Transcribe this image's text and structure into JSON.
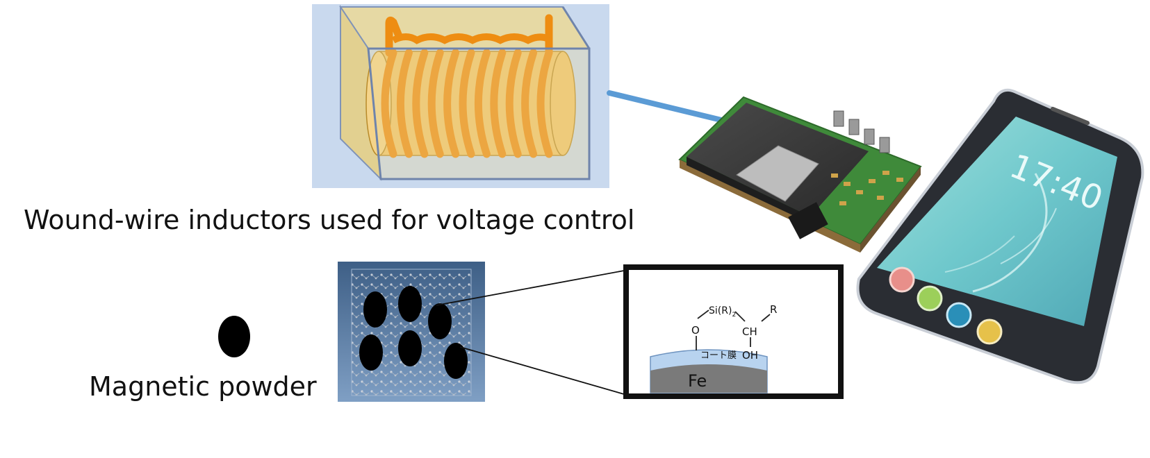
{
  "labels": {
    "inductor_caption": "Wound-wire inductors used for voltage control",
    "powder_caption": "Magnetic powder"
  },
  "chemistry": {
    "silicon_group": "Si(R)",
    "silicon_subscript": "2",
    "oxygen": "O",
    "ch_group": "CH",
    "r_group": "R",
    "hydroxyl": "OH",
    "coating": "コート膜",
    "iron": "Fe"
  },
  "phone": {
    "clock": "17:40"
  },
  "colors": {
    "connector_blue": "#5b9bd5",
    "coil_orange": "#f0900e",
    "inductor_box": "#e8d69a",
    "inductor_panel": "#c9d9ee",
    "pcb_green": "#3f8a3a",
    "powder_panel": "#4f6f96",
    "phone_screen": "#7fd0d0"
  }
}
